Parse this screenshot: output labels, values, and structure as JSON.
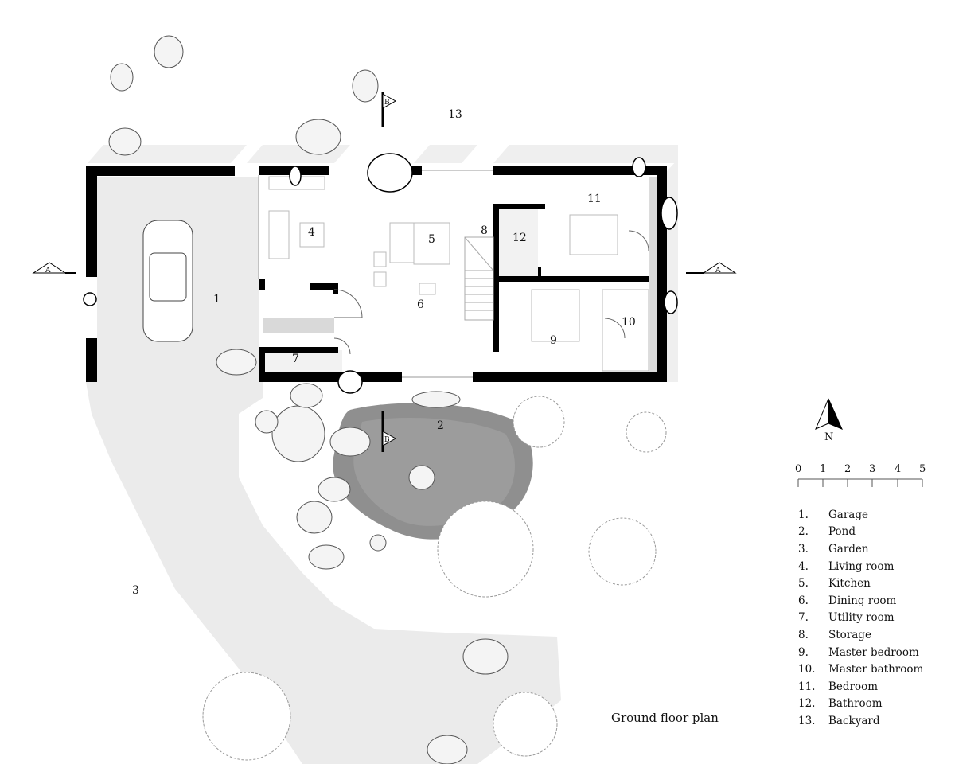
{
  "title": "Ground floor plan",
  "north_label": "N",
  "section_markers": {
    "a": "A",
    "b": "B"
  },
  "scale": {
    "labels": [
      "0",
      "1",
      "2",
      "3",
      "4",
      "5"
    ]
  },
  "room_numbers": [
    "1",
    "2",
    "3",
    "4",
    "5",
    "6",
    "7",
    "8",
    "9",
    "10",
    "11",
    "12",
    "13"
  ],
  "legend": [
    {
      "num": "1.",
      "name": "Garage"
    },
    {
      "num": "2.",
      "name": "Pond"
    },
    {
      "num": "3.",
      "name": "Garden"
    },
    {
      "num": "4.",
      "name": "Living room"
    },
    {
      "num": "5.",
      "name": "Kitchen"
    },
    {
      "num": "6.",
      "name": "Dining room"
    },
    {
      "num": "7.",
      "name": "Utility room"
    },
    {
      "num": "8.",
      "name": "Storage"
    },
    {
      "num": "9.",
      "name": "Master bedroom"
    },
    {
      "num": "10.",
      "name": "Master bathroom"
    },
    {
      "num": "11.",
      "name": "Bedroom"
    },
    {
      "num": "12.",
      "name": "Bathroom"
    },
    {
      "num": "13.",
      "name": "Backyard"
    }
  ],
  "colors": {
    "wall": "#000000",
    "gravel": "#ebebeb",
    "pond": "#8f8f8f",
    "shadow": "#ededed"
  }
}
